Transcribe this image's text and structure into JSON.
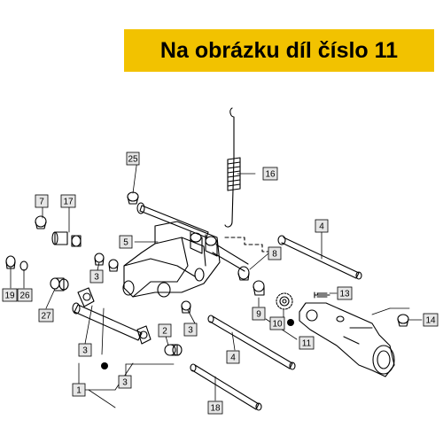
{
  "banner": {
    "text": "Na obrázku díl číslo 11",
    "color": "#f2c200"
  },
  "callouts": [
    "1",
    "2",
    "3",
    "3",
    "3",
    "3",
    "4",
    "4",
    "5",
    "7",
    "8",
    "9",
    "10",
    "11",
    "13",
    "14",
    "16",
    "17",
    "18",
    "19",
    "25",
    "26",
    "27"
  ],
  "colors": {
    "label_box": "#e6e6e6",
    "stroke": "#000000",
    "highlight_dot": "#000000"
  }
}
